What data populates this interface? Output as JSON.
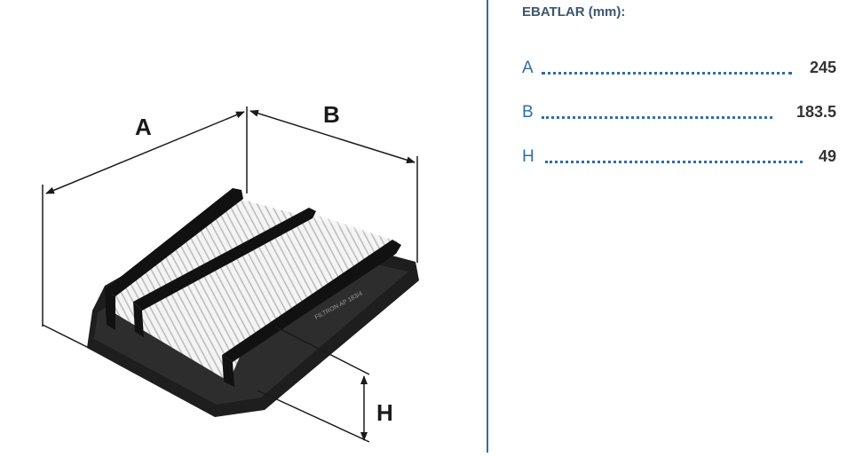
{
  "diagram": {
    "label_a": "A",
    "label_b": "B",
    "label_h": "H",
    "product_text": "FILTRON AP 183/4"
  },
  "specs": {
    "title": "EBATLAR (mm):",
    "rows": [
      {
        "label": "A",
        "value": "245"
      },
      {
        "label": "B",
        "value": "183.5"
      },
      {
        "label": "H",
        "value": "49"
      }
    ]
  },
  "colors": {
    "accent": "#2d6ea8",
    "title": "#3b5670",
    "value": "#333333"
  }
}
